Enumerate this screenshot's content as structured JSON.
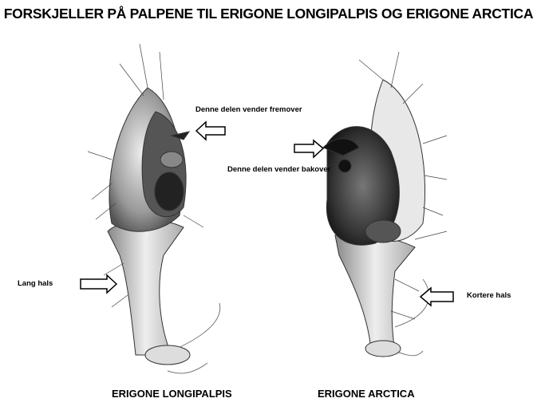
{
  "title": "FORSKJELLER PÅ PALPENE TIL ERIGONE LONGIPALPIS OG ERIGONE ARCTICA",
  "annotations": {
    "forward": "Denne delen vender fremover",
    "backward": "Denne delen vender bakover",
    "long_neck": "Lang hals",
    "shorter_neck": "Kortere hals"
  },
  "captions": {
    "left": "ERIGONE LONGIPALPIS",
    "right": "ERIGONE ARCTICA"
  }
}
